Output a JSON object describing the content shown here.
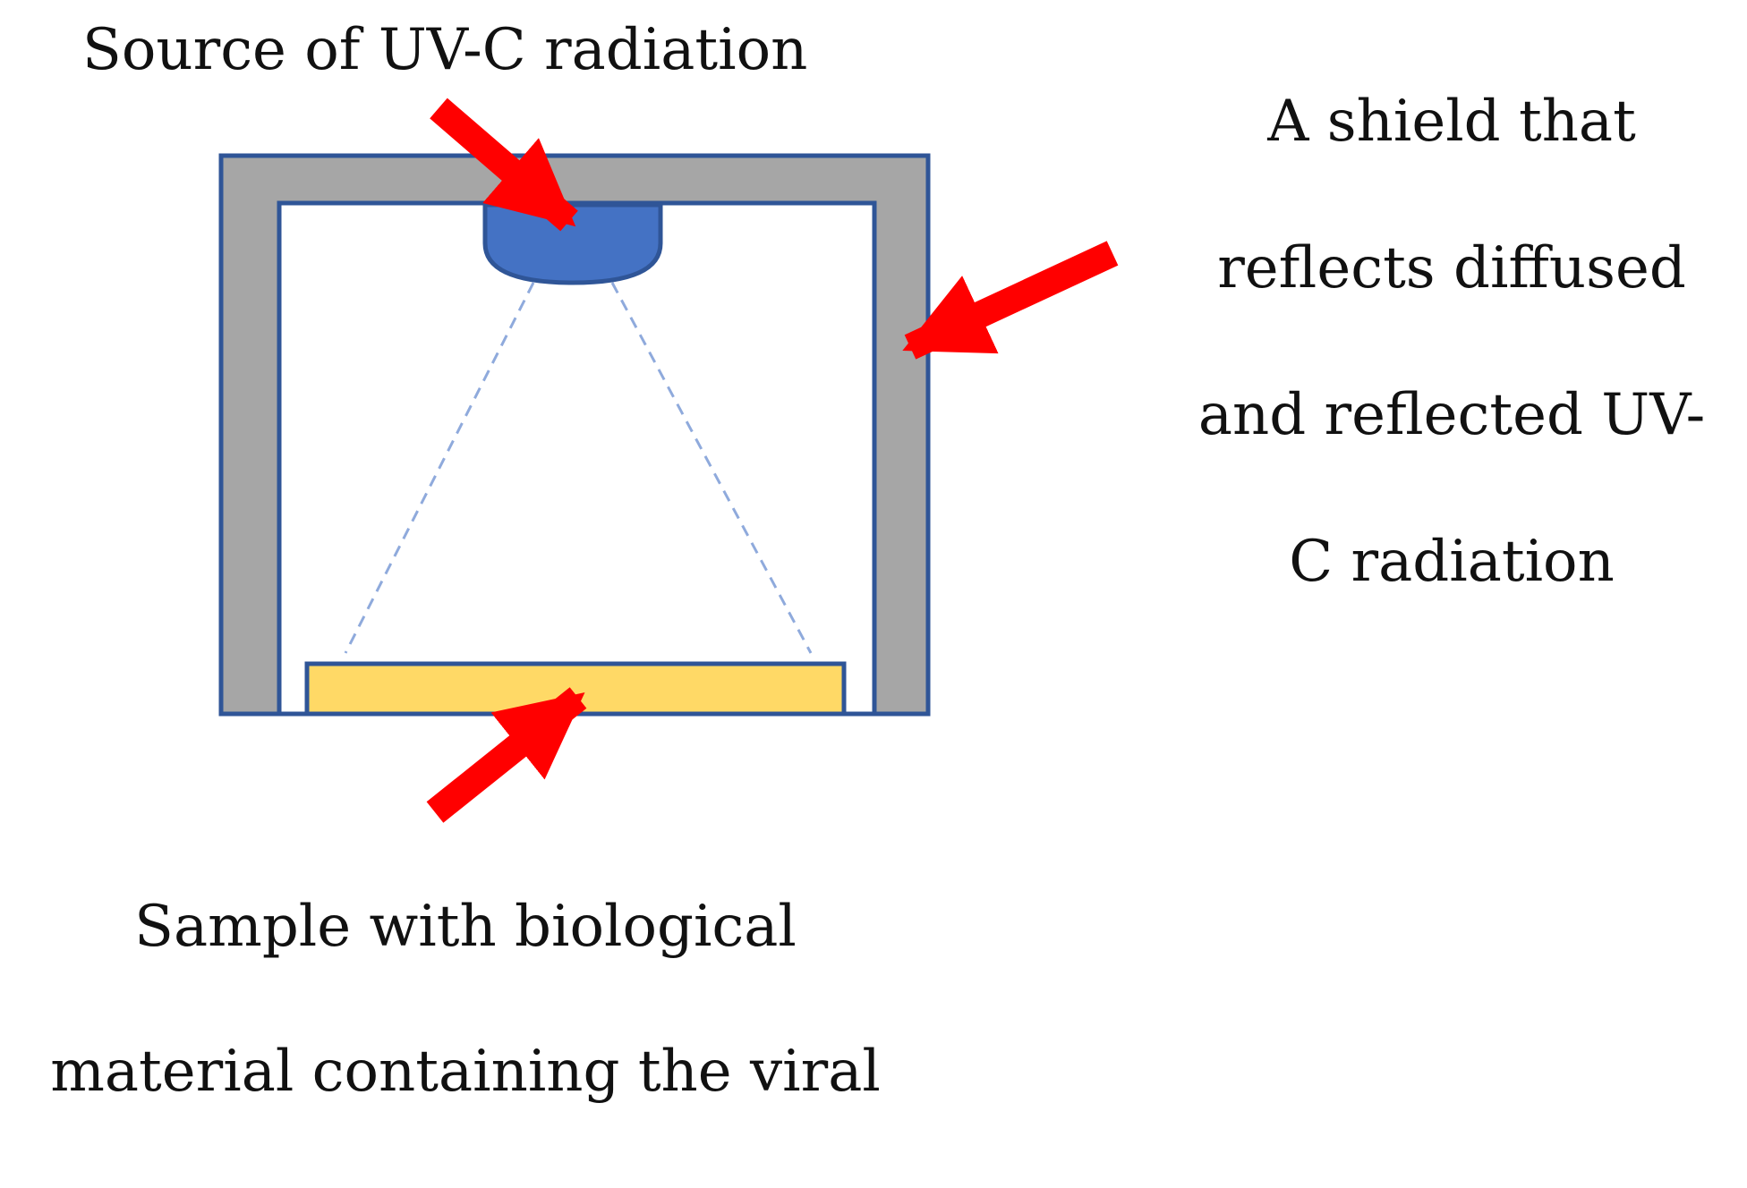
{
  "labels": {
    "source": "Source of UV-C radiation",
    "shield_lines": [
      "A shield that",
      "reflects diffused",
      "and reflected UV-",
      "C radiation"
    ],
    "sample_lines": [
      "Sample with biological",
      "material containing the viral"
    ]
  },
  "colors": {
    "shield_fill": "#a6a6a6",
    "outline": "#2f5597",
    "chamber_interior": "#ffffff",
    "uv_source": "#4472c4",
    "sample_tray": "#ffd966",
    "uv_beam": "#8faadc",
    "arrow": "#ff0000"
  }
}
